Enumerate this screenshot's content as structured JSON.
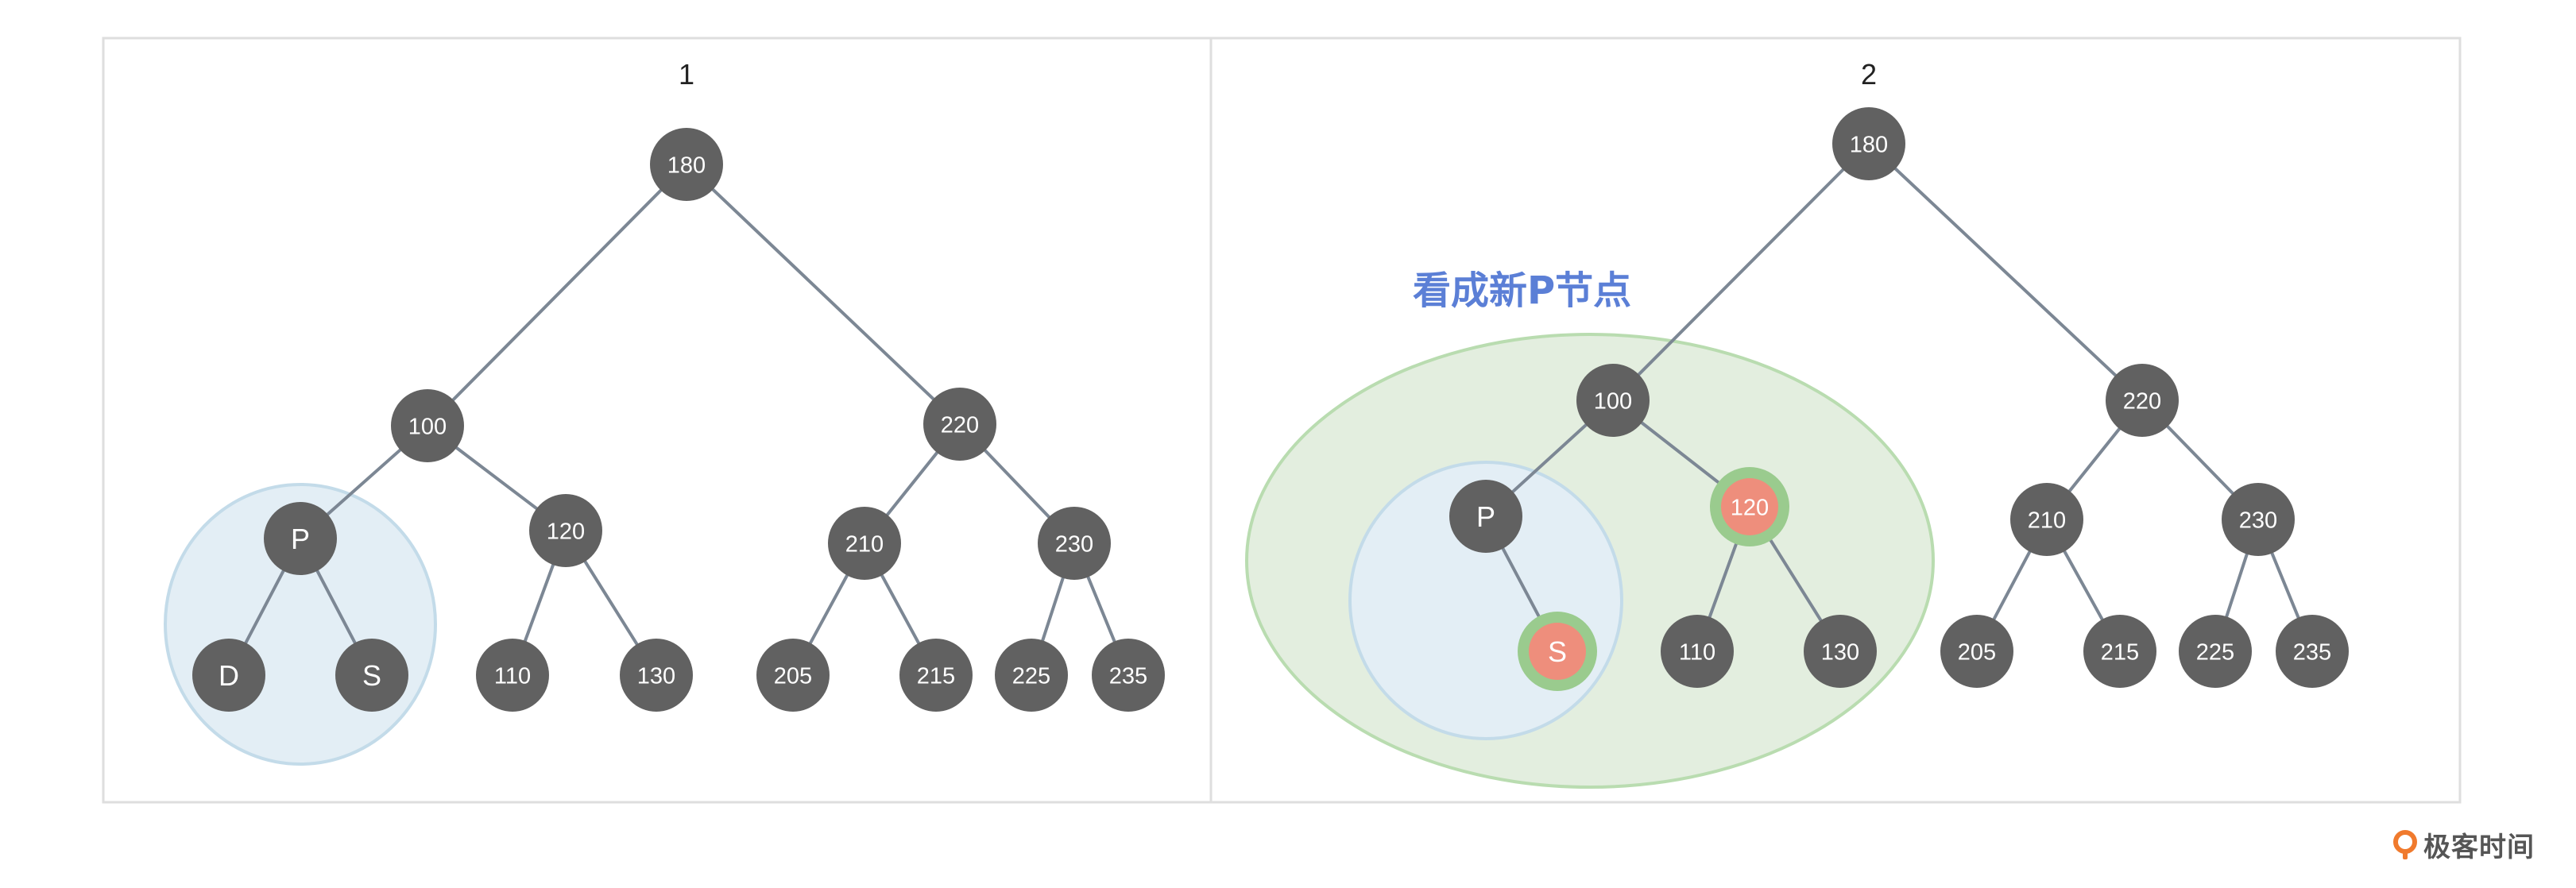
{
  "colors": {
    "node": "#616161",
    "edge": "#7c8794",
    "panel_border": "#dedede",
    "blue_region_fill": "#e3eef5",
    "blue_region_stroke": "#c3dbe9",
    "green_region_fill": "#e3eedf",
    "green_region_stroke": "#b9dcb0",
    "highlight_fill": "#ee8e7c",
    "highlight_ring": "#9acb8e",
    "annotation": "#5b7fd6"
  },
  "panels": [
    {
      "title": "1",
      "nodes": [
        {
          "id": "180",
          "label": "180"
        },
        {
          "id": "100",
          "label": "100"
        },
        {
          "id": "220",
          "label": "220"
        },
        {
          "id": "P",
          "label": "P"
        },
        {
          "id": "120",
          "label": "120"
        },
        {
          "id": "210",
          "label": "210"
        },
        {
          "id": "230",
          "label": "230"
        },
        {
          "id": "D",
          "label": "D"
        },
        {
          "id": "S",
          "label": "S"
        },
        {
          "id": "110",
          "label": "110"
        },
        {
          "id": "130",
          "label": "130"
        },
        {
          "id": "205",
          "label": "205"
        },
        {
          "id": "215",
          "label": "215"
        },
        {
          "id": "225",
          "label": "225"
        },
        {
          "id": "235",
          "label": "235"
        }
      ],
      "edges": [
        [
          "180",
          "100"
        ],
        [
          "180",
          "220"
        ],
        [
          "100",
          "P"
        ],
        [
          "100",
          "120"
        ],
        [
          "P",
          "D"
        ],
        [
          "P",
          "S"
        ],
        [
          "120",
          "110"
        ],
        [
          "120",
          "130"
        ],
        [
          "220",
          "210"
        ],
        [
          "220",
          "230"
        ],
        [
          "210",
          "205"
        ],
        [
          "210",
          "215"
        ],
        [
          "230",
          "225"
        ],
        [
          "230",
          "235"
        ]
      ],
      "highlighted": []
    },
    {
      "title": "2",
      "annotation": "看成新P节点",
      "nodes": [
        {
          "id": "180",
          "label": "180"
        },
        {
          "id": "100",
          "label": "100"
        },
        {
          "id": "220",
          "label": "220"
        },
        {
          "id": "P",
          "label": "P"
        },
        {
          "id": "120",
          "label": "120"
        },
        {
          "id": "S",
          "label": "S"
        },
        {
          "id": "110",
          "label": "110"
        },
        {
          "id": "130",
          "label": "130"
        },
        {
          "id": "210",
          "label": "210"
        },
        {
          "id": "230",
          "label": "230"
        },
        {
          "id": "205",
          "label": "205"
        },
        {
          "id": "215",
          "label": "215"
        },
        {
          "id": "225",
          "label": "225"
        },
        {
          "id": "235",
          "label": "235"
        }
      ],
      "edges": [
        [
          "180",
          "100"
        ],
        [
          "180",
          "220"
        ],
        [
          "100",
          "P"
        ],
        [
          "100",
          "120"
        ],
        [
          "P",
          "S"
        ],
        [
          "120",
          "110"
        ],
        [
          "120",
          "130"
        ],
        [
          "220",
          "210"
        ],
        [
          "220",
          "230"
        ],
        [
          "210",
          "205"
        ],
        [
          "210",
          "215"
        ],
        [
          "230",
          "225"
        ],
        [
          "230",
          "235"
        ]
      ],
      "highlighted": [
        "120",
        "S"
      ]
    }
  ],
  "brand": {
    "name": "极客时间",
    "icon": "geektime-logo-icon"
  }
}
